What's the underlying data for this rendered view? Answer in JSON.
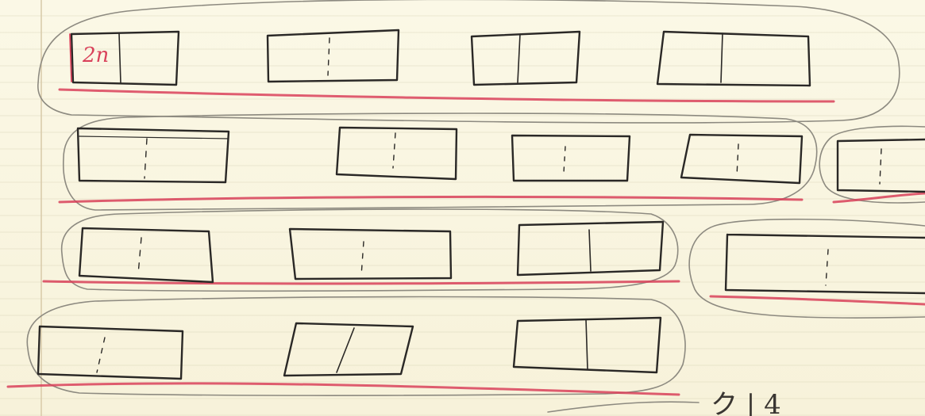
{
  "sketch": {
    "rows": [
      {
        "boxes": [
          {
            "divider": "solid",
            "note": "2n"
          },
          {
            "divider": "dashed"
          },
          {
            "divider": "solid"
          },
          {
            "divider": "solid"
          }
        ]
      },
      {
        "boxes": [
          {
            "divider": "dashed"
          },
          {
            "divider": "dashed"
          },
          {
            "divider": "dashed"
          },
          {
            "divider": "dashed"
          },
          {
            "divider": "dashed"
          }
        ]
      },
      {
        "boxes": [
          {
            "divider": "dashed"
          },
          {
            "divider": "dashed"
          },
          {
            "divider": "solid"
          },
          {
            "divider": "dashed"
          }
        ]
      },
      {
        "boxes": [
          {
            "divider": "slanted"
          },
          {
            "divider": "slanted"
          },
          {
            "divider": "solid"
          }
        ]
      }
    ],
    "corner_note": "ク | 4",
    "colors": {
      "paper": "#fbf8e6",
      "pencil": "#2a2826",
      "red_pencil": "#d9415a",
      "outline": "#8d8a80"
    }
  }
}
